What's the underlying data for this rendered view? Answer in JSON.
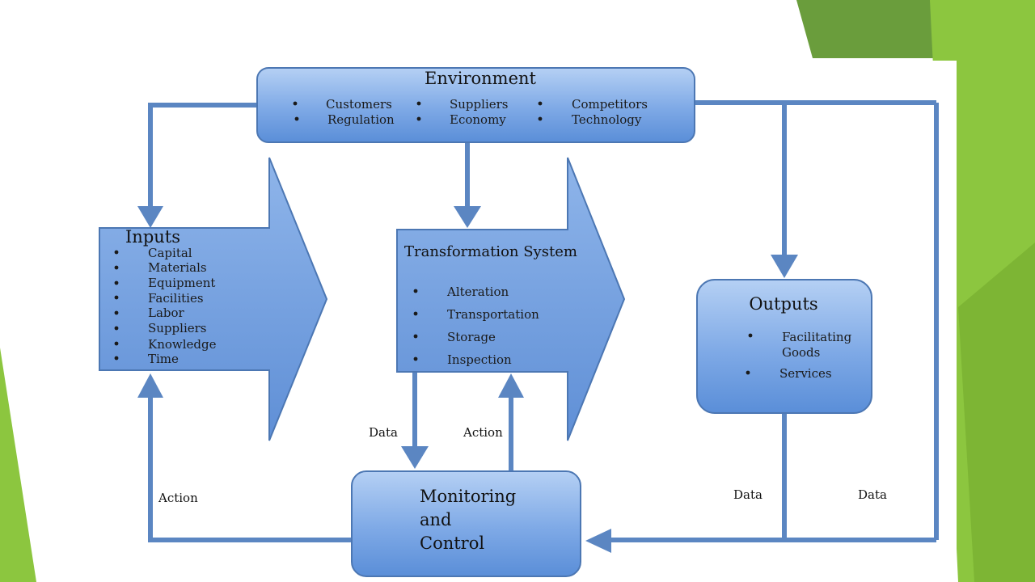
{
  "colors": {
    "slide_green_dark": "#6a9d3c",
    "slide_green_light": "#8cc63f",
    "box_fill_light": "#a9c8f0",
    "box_fill_dark": "#5a8ed8",
    "arrow_blue": "#5b86c2",
    "text": "#111111"
  },
  "environment": {
    "title": "Environment",
    "items": [
      "Customers",
      "Regulation",
      "Suppliers",
      "Economy",
      "Competitors",
      "Technology"
    ]
  },
  "inputs": {
    "title": "Inputs",
    "items": [
      "Capital",
      "Materials",
      "Equipment",
      "Facilities",
      "Labor",
      "Suppliers",
      "Knowledge",
      "Time"
    ]
  },
  "transformation": {
    "title": "Transformation System",
    "items": [
      "Alteration",
      "Transportation",
      "Storage",
      "Inspection"
    ]
  },
  "outputs": {
    "title": "Outputs",
    "items": [
      "Facilitating Goods",
      "Services"
    ]
  },
  "monitoring": {
    "title_lines": [
      "Monitoring",
      "and",
      "Control"
    ]
  },
  "flow_labels": {
    "data_left": "Data",
    "action_mid": "Action",
    "action_left": "Action",
    "data_outputs": "Data",
    "data_right": "Data"
  }
}
